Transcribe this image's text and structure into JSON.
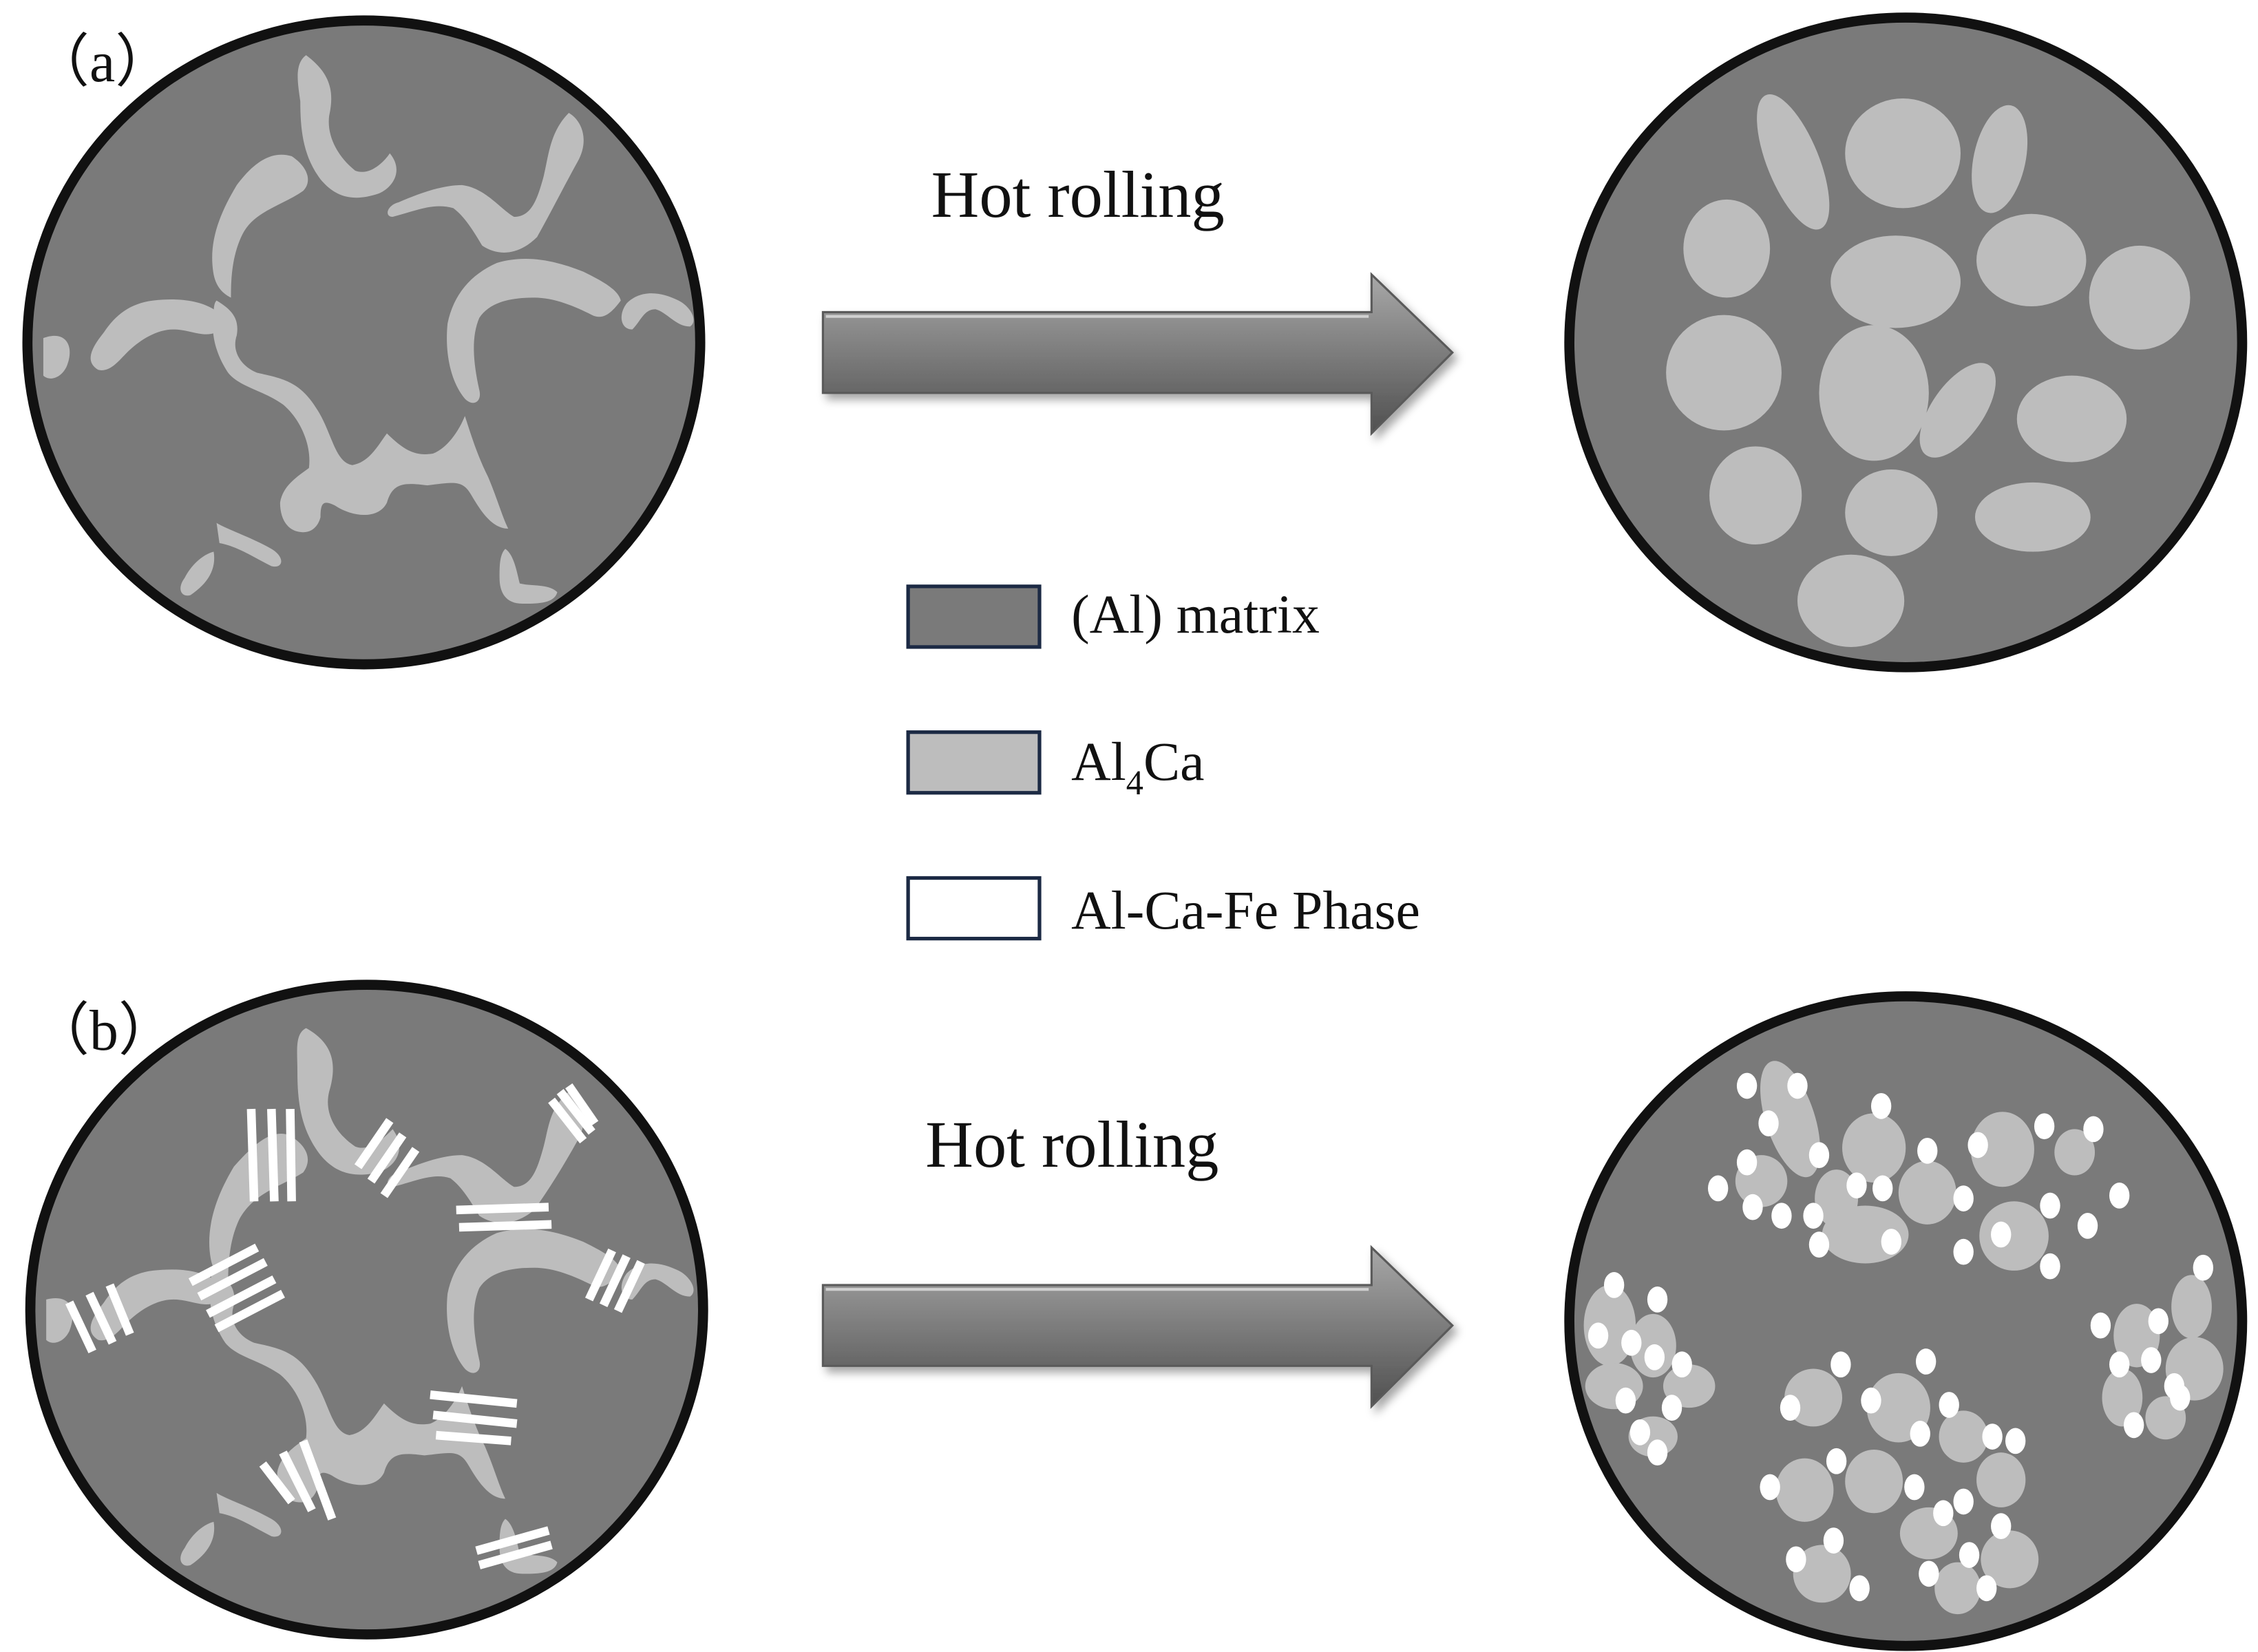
{
  "panels": [
    {
      "label": "（a）",
      "arrow_label": "Hot rolling"
    },
    {
      "label": "（b）",
      "arrow_label": "Hot rolling"
    }
  ],
  "legend": [
    {
      "text": "(Al) matrix",
      "color": "#7a7a7a"
    },
    {
      "text_main": "Al",
      "text_sub": "4",
      "text_tail": "Ca",
      "color": "#bdbdbd"
    },
    {
      "text": "Al-Ca-Fe Phase",
      "color": "#ffffff"
    }
  ],
  "colors": {
    "matrix": "#7a7a7a",
    "al4ca": "#bdbdbd",
    "alcafe": "#ffffff",
    "circle_border": "#111111",
    "legend_border": "#1c2a44",
    "arrow": "#7d7d7d"
  }
}
